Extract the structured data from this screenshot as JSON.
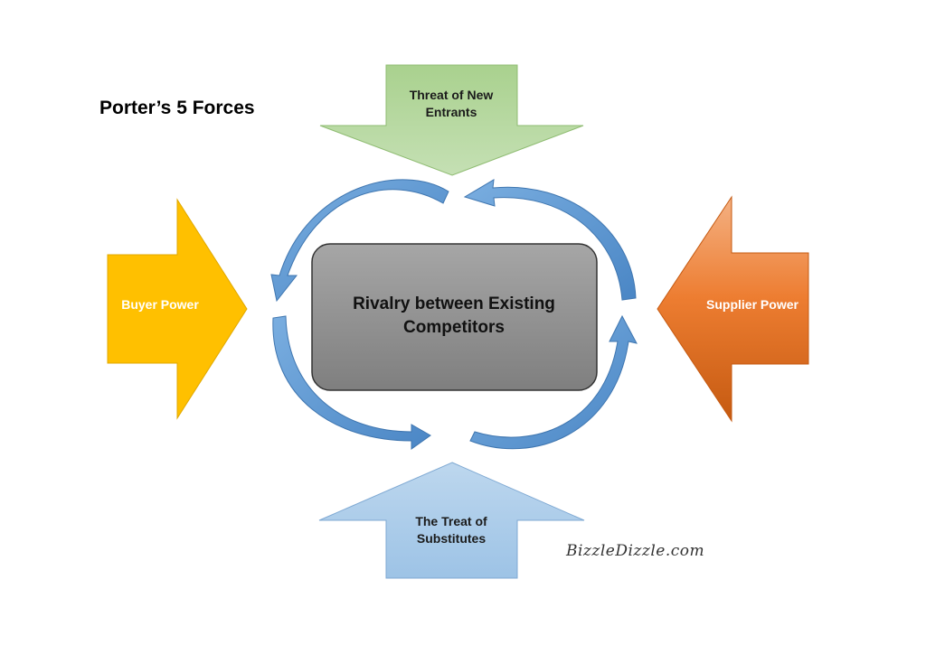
{
  "title": "Porter’s 5 Forces",
  "forces": {
    "new_entrants": "Threat of New Entrants",
    "substitutes": "The Treat of Substitutes",
    "buyer": "Buyer Power",
    "supplier": "Supplier Power",
    "rivalry": "Rivalry between Existing Competitors"
  },
  "watermark": "BizzleDizzle.com",
  "colors": {
    "new_entrants": "#a9d18e",
    "substitutes": "#9dc3e6",
    "buyer": "#ffc000",
    "supplier": "#ed7d31",
    "rivalry": "#8c8c8c",
    "cycle_arrows": "#5b9bd5"
  }
}
